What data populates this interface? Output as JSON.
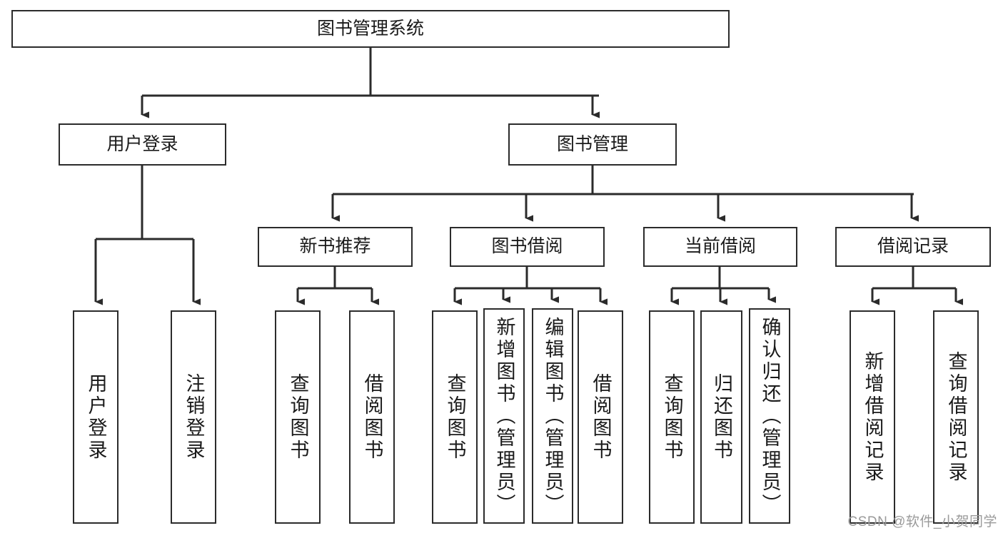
{
  "diagram": {
    "title": "图书管理系统",
    "type": "tree-hierarchy-chart",
    "root": {
      "id": "root",
      "label": "图书管理系统"
    },
    "level2": [
      {
        "id": "user-login",
        "label": "用户登录"
      },
      {
        "id": "book-manage",
        "label": "图书管理"
      }
    ],
    "level3": [
      {
        "id": "new-book-rec",
        "label": "新书推荐",
        "parent": "book-manage"
      },
      {
        "id": "book-borrow",
        "label": "图书借阅",
        "parent": "book-manage"
      },
      {
        "id": "current-borrow",
        "label": "当前借阅",
        "parent": "book-manage"
      },
      {
        "id": "borrow-record",
        "label": "借阅记录",
        "parent": "book-manage"
      }
    ],
    "leaves": [
      {
        "id": "leaf-user-login",
        "label": "用户登录",
        "parent": "user-login"
      },
      {
        "id": "leaf-logout",
        "label": "注销登录",
        "parent": "user-login"
      },
      {
        "id": "leaf-query-book-1",
        "label": "查询图书",
        "parent": "new-book-rec"
      },
      {
        "id": "leaf-borrow-book-1",
        "label": "借阅图书",
        "parent": "new-book-rec"
      },
      {
        "id": "leaf-query-book-2",
        "label": "查询图书",
        "parent": "book-borrow"
      },
      {
        "id": "leaf-add-book",
        "label": "新增图书（管理员）",
        "parent": "book-borrow"
      },
      {
        "id": "leaf-edit-book",
        "label": "编辑图书（管理员）",
        "parent": "book-borrow"
      },
      {
        "id": "leaf-borrow-book-2",
        "label": "借阅图书",
        "parent": "book-borrow"
      },
      {
        "id": "leaf-query-book-3",
        "label": "查询图书",
        "parent": "current-borrow"
      },
      {
        "id": "leaf-return-book",
        "label": "归还图书",
        "parent": "current-borrow"
      },
      {
        "id": "leaf-confirm-return",
        "label": "确认归还（管理员）",
        "parent": "current-borrow"
      },
      {
        "id": "leaf-add-record",
        "label": "新增借阅记录",
        "parent": "borrow-record"
      },
      {
        "id": "leaf-query-record",
        "label": "查询借阅记录",
        "parent": "borrow-record"
      }
    ],
    "colors": {
      "stroke": "#2b2b2b",
      "fill": "#ffffff",
      "text": "#1a1a1a",
      "watermark": "#9a9a9a"
    }
  },
  "watermark": {
    "text": "CSDN @软件_小贺同学"
  }
}
